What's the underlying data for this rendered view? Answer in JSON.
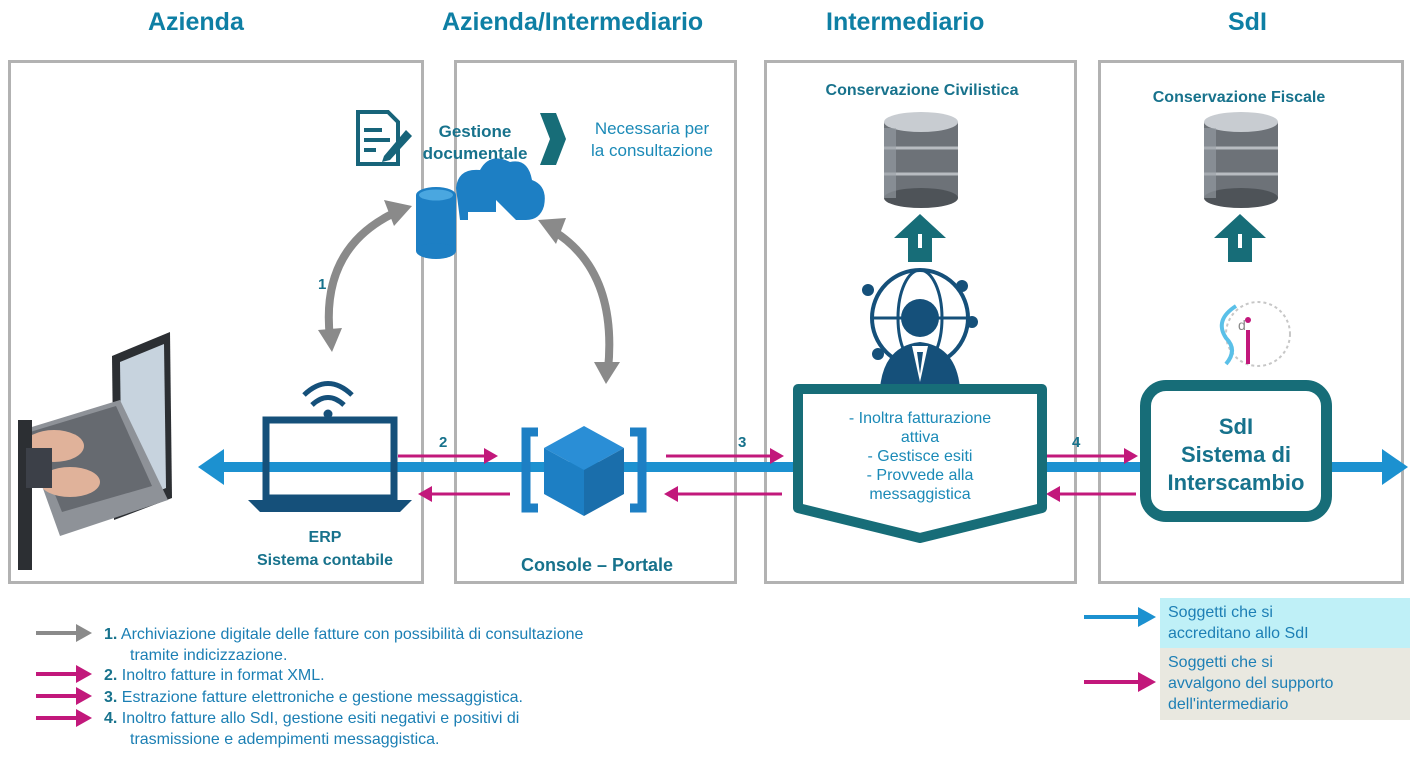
{
  "columns": {
    "c1": "Azienda",
    "c2": "Azienda/Intermediario",
    "c3": "Intermediario",
    "c4": "SdI"
  },
  "storage": {
    "civilistica": "Conservazione Civilistica",
    "fiscale": "Conservazione Fiscale"
  },
  "gestione": {
    "title_line1": "Gestione",
    "title_line2": "documentale",
    "note_line1": "Necessaria per",
    "note_line2": "la consultazione"
  },
  "erp": {
    "line1": "ERP",
    "line2": "Sistema contabile"
  },
  "console": "Console – Portale",
  "intermediary_tasks": {
    "t1": "- Inoltra fatturazione",
    "t2": "attiva",
    "t3": "- Gestisce esiti",
    "t4": "- Provvede alla",
    "t5": "messaggistica"
  },
  "sdi_box": {
    "line1": "SdI",
    "line2": "Sistema di",
    "line3": "Interscambio"
  },
  "arrow_numbers": [
    "1",
    "2",
    "3",
    "4"
  ],
  "notes": [
    {
      "num": "1.",
      "text": "Archiviazione digitale delle fatture con possibilità di consultazione",
      "cont": "tramite indicizzazione."
    },
    {
      "num": "2.",
      "text": "Inoltro fatture in format XML."
    },
    {
      "num": "3.",
      "text": "Estrazione fatture elettroniche e gestione messaggistica."
    },
    {
      "num": "4.",
      "text": "Inoltro fatture allo SdI, gestione esiti negativi e positivi di",
      "cont": "trasmissione e adempimenti messaggistica."
    }
  ],
  "legend": {
    "blue_l1": "Soggetti che si",
    "blue_l2": "accreditano allo SdI",
    "pink_l1": "Soggetti che si",
    "pink_l2": "avvalgono del supporto",
    "pink_l3": "dell'intermediario"
  },
  "colors": {
    "title": "#0e7fa4",
    "blue_arrow": "#1c91d0",
    "pink_arrow": "#c2187b",
    "gray_arrow": "#808080",
    "dark_teal": "#176d78",
    "legend_blue_bg": "#bff0f7",
    "legend_beige_bg": "#e9e8e0"
  }
}
